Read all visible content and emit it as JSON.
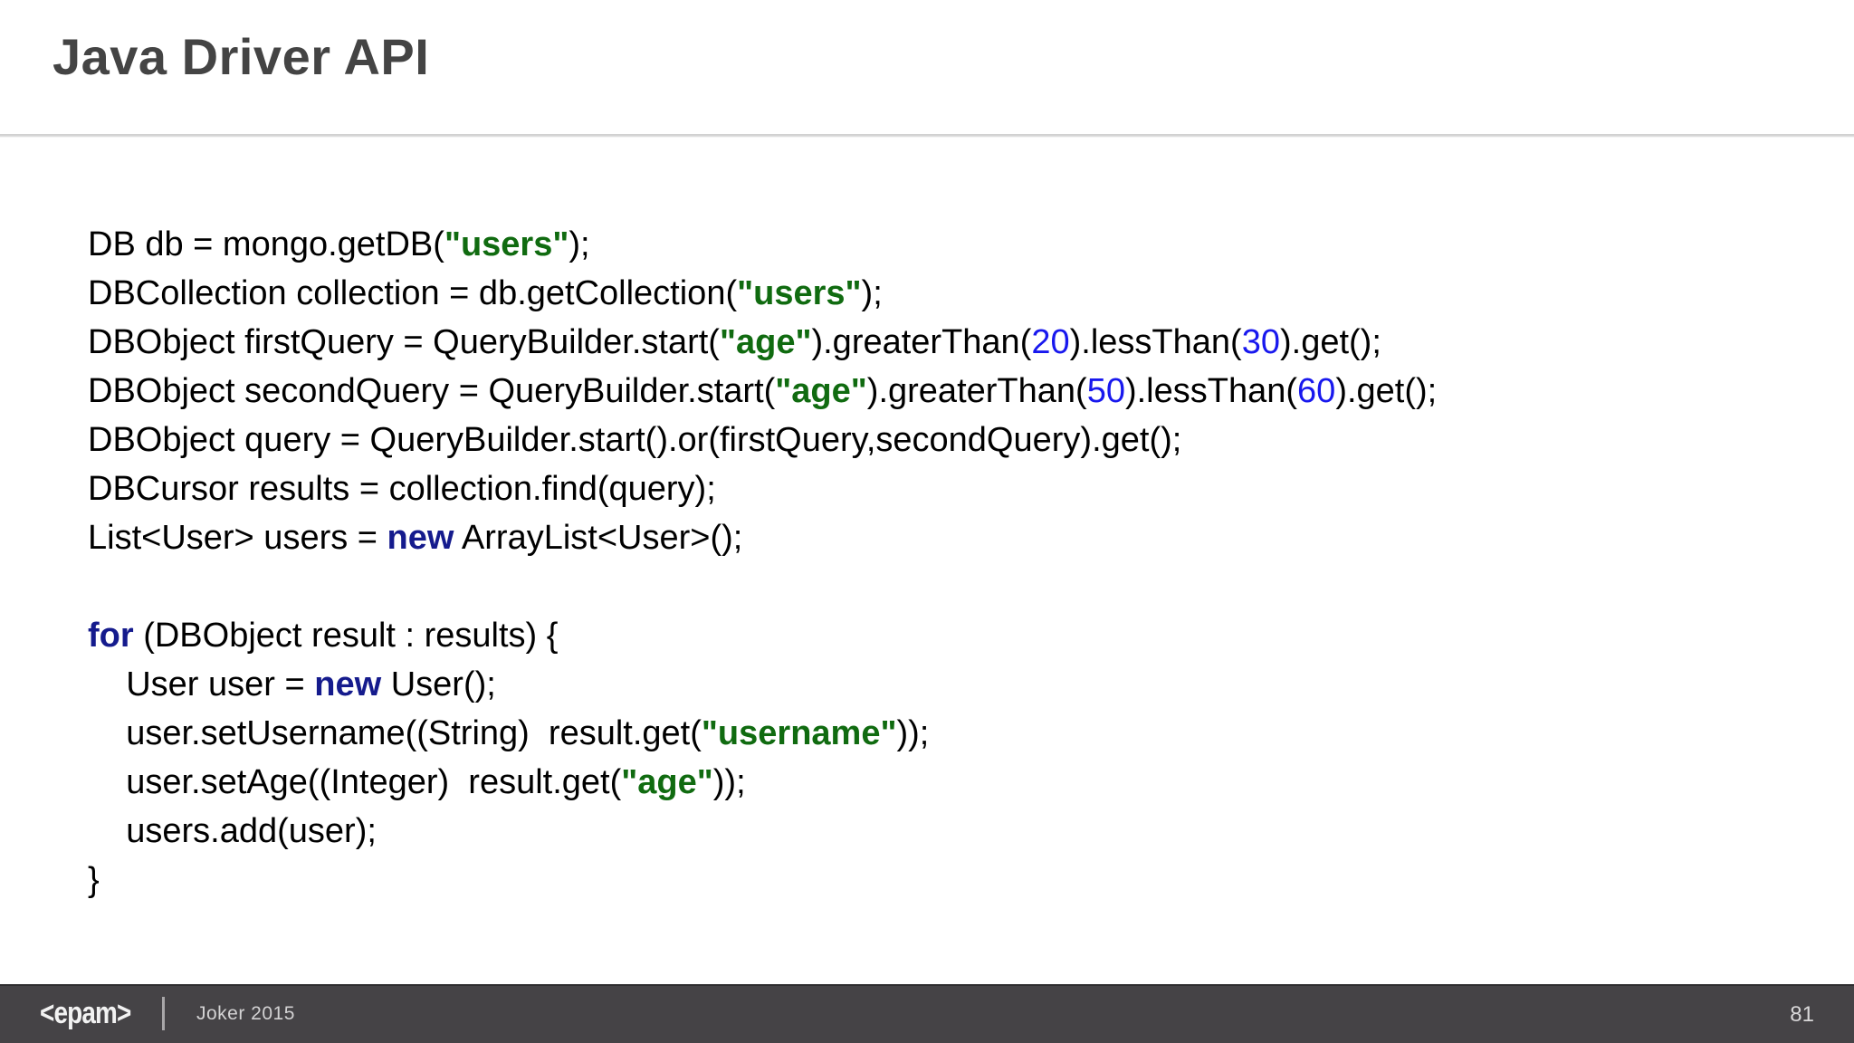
{
  "slide": {
    "title": "Java Driver API",
    "page_number": "81",
    "title_color": "#444444",
    "footer_bg_color": "#454346",
    "code_text_color": "#000000",
    "string_color": "#106b10",
    "number_color": "#1818ee",
    "keyword_color": "#151b8d"
  },
  "footer": {
    "logo": "<epam>",
    "divider": "|",
    "event": "Joker  2015"
  },
  "code": {
    "language": "java",
    "lines": [
      {
        "id": "line-1",
        "text": "DB db = mongo.getDB(\"users\");",
        "tokens": [
          {
            "t": "DB db = mongo.getDB(",
            "k": "plain"
          },
          {
            "t": "\"users\"",
            "k": "string"
          },
          {
            "t": ");",
            "k": "plain"
          }
        ]
      },
      {
        "id": "line-2",
        "text": "DBCollection collection = db.getCollection(\"users\");",
        "tokens": [
          {
            "t": "DBCollection collection = db.getCollection(",
            "k": "plain"
          },
          {
            "t": "\"users\"",
            "k": "string"
          },
          {
            "t": ");",
            "k": "plain"
          }
        ]
      },
      {
        "id": "line-3",
        "text": "DBObject firstQuery = QueryBuilder.start(\"age\").greaterThan(20).lessThan(30).get();",
        "tokens": [
          {
            "t": "DBObject firstQuery = QueryBuilder.start(",
            "k": "plain"
          },
          {
            "t": "\"age\"",
            "k": "string"
          },
          {
            "t": ").greaterThan(",
            "k": "plain"
          },
          {
            "t": "20",
            "k": "number"
          },
          {
            "t": ").lessThan(",
            "k": "plain"
          },
          {
            "t": "30",
            "k": "number"
          },
          {
            "t": ").get();",
            "k": "plain"
          }
        ]
      },
      {
        "id": "line-4",
        "text": "DBObject secondQuery = QueryBuilder.start(\"age\").greaterThan(50).lessThan(60).get();",
        "tokens": [
          {
            "t": "DBObject secondQuery = QueryBuilder.start(",
            "k": "plain"
          },
          {
            "t": "\"age\"",
            "k": "string"
          },
          {
            "t": ").greaterThan(",
            "k": "plain"
          },
          {
            "t": "50",
            "k": "number"
          },
          {
            "t": ").lessThan(",
            "k": "plain"
          },
          {
            "t": "60",
            "k": "number"
          },
          {
            "t": ").get();",
            "k": "plain"
          }
        ]
      },
      {
        "id": "line-5",
        "text": "DBObject query = QueryBuilder.start().or(firstQuery,secondQuery).get();",
        "tokens": [
          {
            "t": "DBObject query = QueryBuilder.start().or(firstQuery,secondQuery).get();",
            "k": "plain"
          }
        ]
      },
      {
        "id": "line-6",
        "text": "DBCursor results = collection.find(query);",
        "tokens": [
          {
            "t": "DBCursor results = collection.find(query);",
            "k": "plain"
          }
        ]
      },
      {
        "id": "line-7",
        "text": "List<User> users = new ArrayList<User>();",
        "tokens": [
          {
            "t": "List<User> users = ",
            "k": "plain"
          },
          {
            "t": "new",
            "k": "keyword"
          },
          {
            "t": " ArrayList<User>();",
            "k": "plain"
          }
        ]
      },
      {
        "id": "line-8",
        "text": "",
        "tokens": []
      },
      {
        "id": "line-9",
        "text": "for (DBObject result : results) {",
        "tokens": [
          {
            "t": "for",
            "k": "keyword"
          },
          {
            "t": " (DBObject result : results) {",
            "k": "plain"
          }
        ]
      },
      {
        "id": "line-10",
        "text": "    User user = new User();",
        "tokens": [
          {
            "t": "    User user = ",
            "k": "plain"
          },
          {
            "t": "new",
            "k": "keyword"
          },
          {
            "t": " User();",
            "k": "plain"
          }
        ]
      },
      {
        "id": "line-11",
        "text": "    user.setUsername((String)  result.get(\"username\"));",
        "tokens": [
          {
            "t": "    user.setUsername((String)  result.get(",
            "k": "plain"
          },
          {
            "t": "\"username\"",
            "k": "string"
          },
          {
            "t": "));",
            "k": "plain"
          }
        ]
      },
      {
        "id": "line-12",
        "text": "    user.setAge((Integer)  result.get(\"age\"));",
        "tokens": [
          {
            "t": "    user.setAge((Integer)  result.get(",
            "k": "plain"
          },
          {
            "t": "\"age\"",
            "k": "string"
          },
          {
            "t": "));",
            "k": "plain"
          }
        ]
      },
      {
        "id": "line-13",
        "text": "    users.add(user);",
        "tokens": [
          {
            "t": "    users.add(user);",
            "k": "plain"
          }
        ]
      },
      {
        "id": "line-14",
        "text": "}",
        "tokens": [
          {
            "t": "}",
            "k": "plain"
          }
        ]
      }
    ]
  }
}
